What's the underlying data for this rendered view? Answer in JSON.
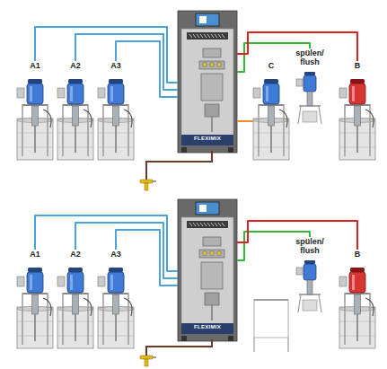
{
  "diagram": {
    "nodes": [
      {
        "text": [
          "A1"
        ]
      },
      {
        "text": [
          "A2"
        ]
      },
      {
        "text": [
          "A3"
        ]
      },
      {
        "text": [
          "FLEXIMIX"
        ]
      },
      {
        "text": [
          "C"
        ]
      },
      {
        "text": [
          "spülen/ flush"
        ]
      },
      {
        "text": [
          "B"
        ]
      },
      {
        "text": [
          "A1"
        ]
      },
      {
        "text": [
          "A2"
        ]
      },
      {
        "text": [
          "A3"
        ]
      },
      {
        "text": [
          "FLEXIMIX"
        ]
      },
      {
        "text": [
          "spülen/ flush"
        ]
      },
      {
        "text": [
          "B"
        ]
      }
    ],
    "edges": [
      {
        "from": 0,
        "to": 3,
        "arrow": "none"
      },
      {
        "from": 1,
        "to": 3,
        "arrow": "none"
      },
      {
        "from": 2,
        "to": 3,
        "arrow": "none"
      },
      {
        "from": 4,
        "to": 3,
        "arrow": "none"
      },
      {
        "from": 5,
        "to": 3,
        "arrow": "none"
      },
      {
        "from": 6,
        "to": 3,
        "arrow": "none"
      },
      {
        "from": 7,
        "to": 10,
        "arrow": "none"
      },
      {
        "from": 8,
        "to": 10,
        "arrow": "none"
      },
      {
        "from": 9,
        "to": 10,
        "arrow": "none"
      },
      {
        "from": 11,
        "to": 10,
        "arrow": "none"
      },
      {
        "from": 12,
        "to": 10,
        "arrow": "none"
      }
    ]
  }
}
